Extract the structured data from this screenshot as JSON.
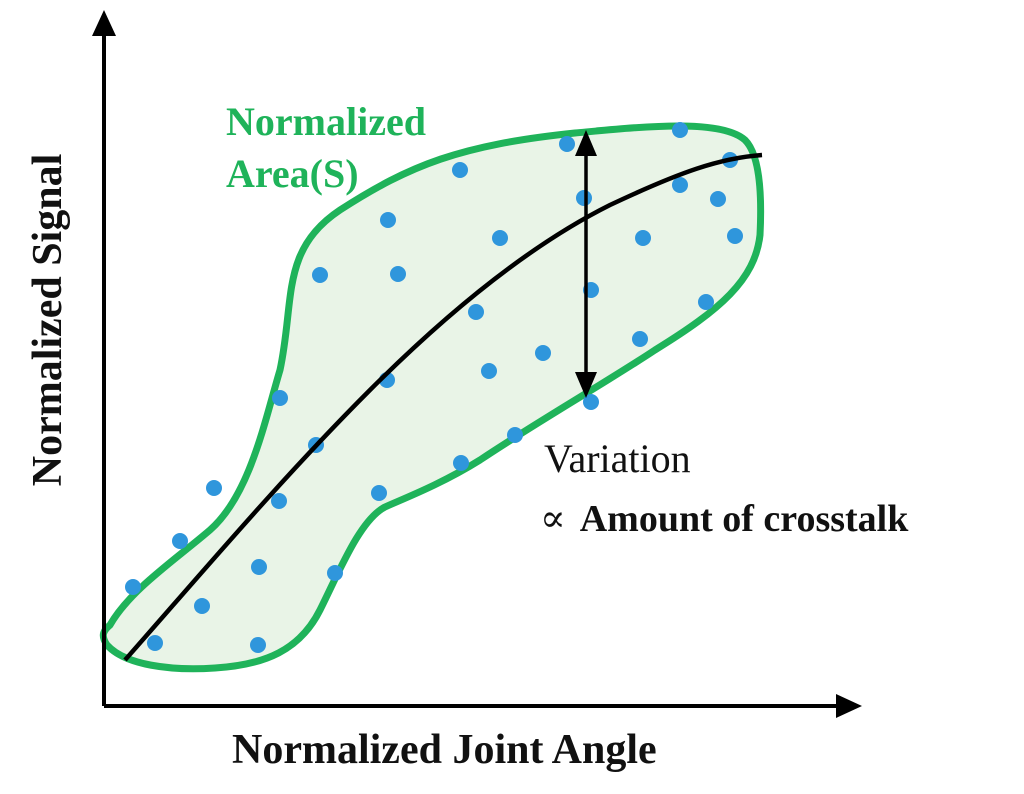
{
  "labels": {
    "area_line1": "Normalized",
    "area_line2": "Area(S)",
    "variation": "Variation",
    "proportional_symbol": "∝",
    "crosstalk": "Amount of crosstalk",
    "x_axis": "Normalized Joint Angle",
    "y_axis": "Normalized Signal"
  },
  "colors": {
    "region_fill": "#e9f4e7",
    "region_stroke": "#1fb35a",
    "points": "#2f96dc",
    "curve": "#000000",
    "axes": "#000000",
    "area_label": "#1fb35a"
  }
}
